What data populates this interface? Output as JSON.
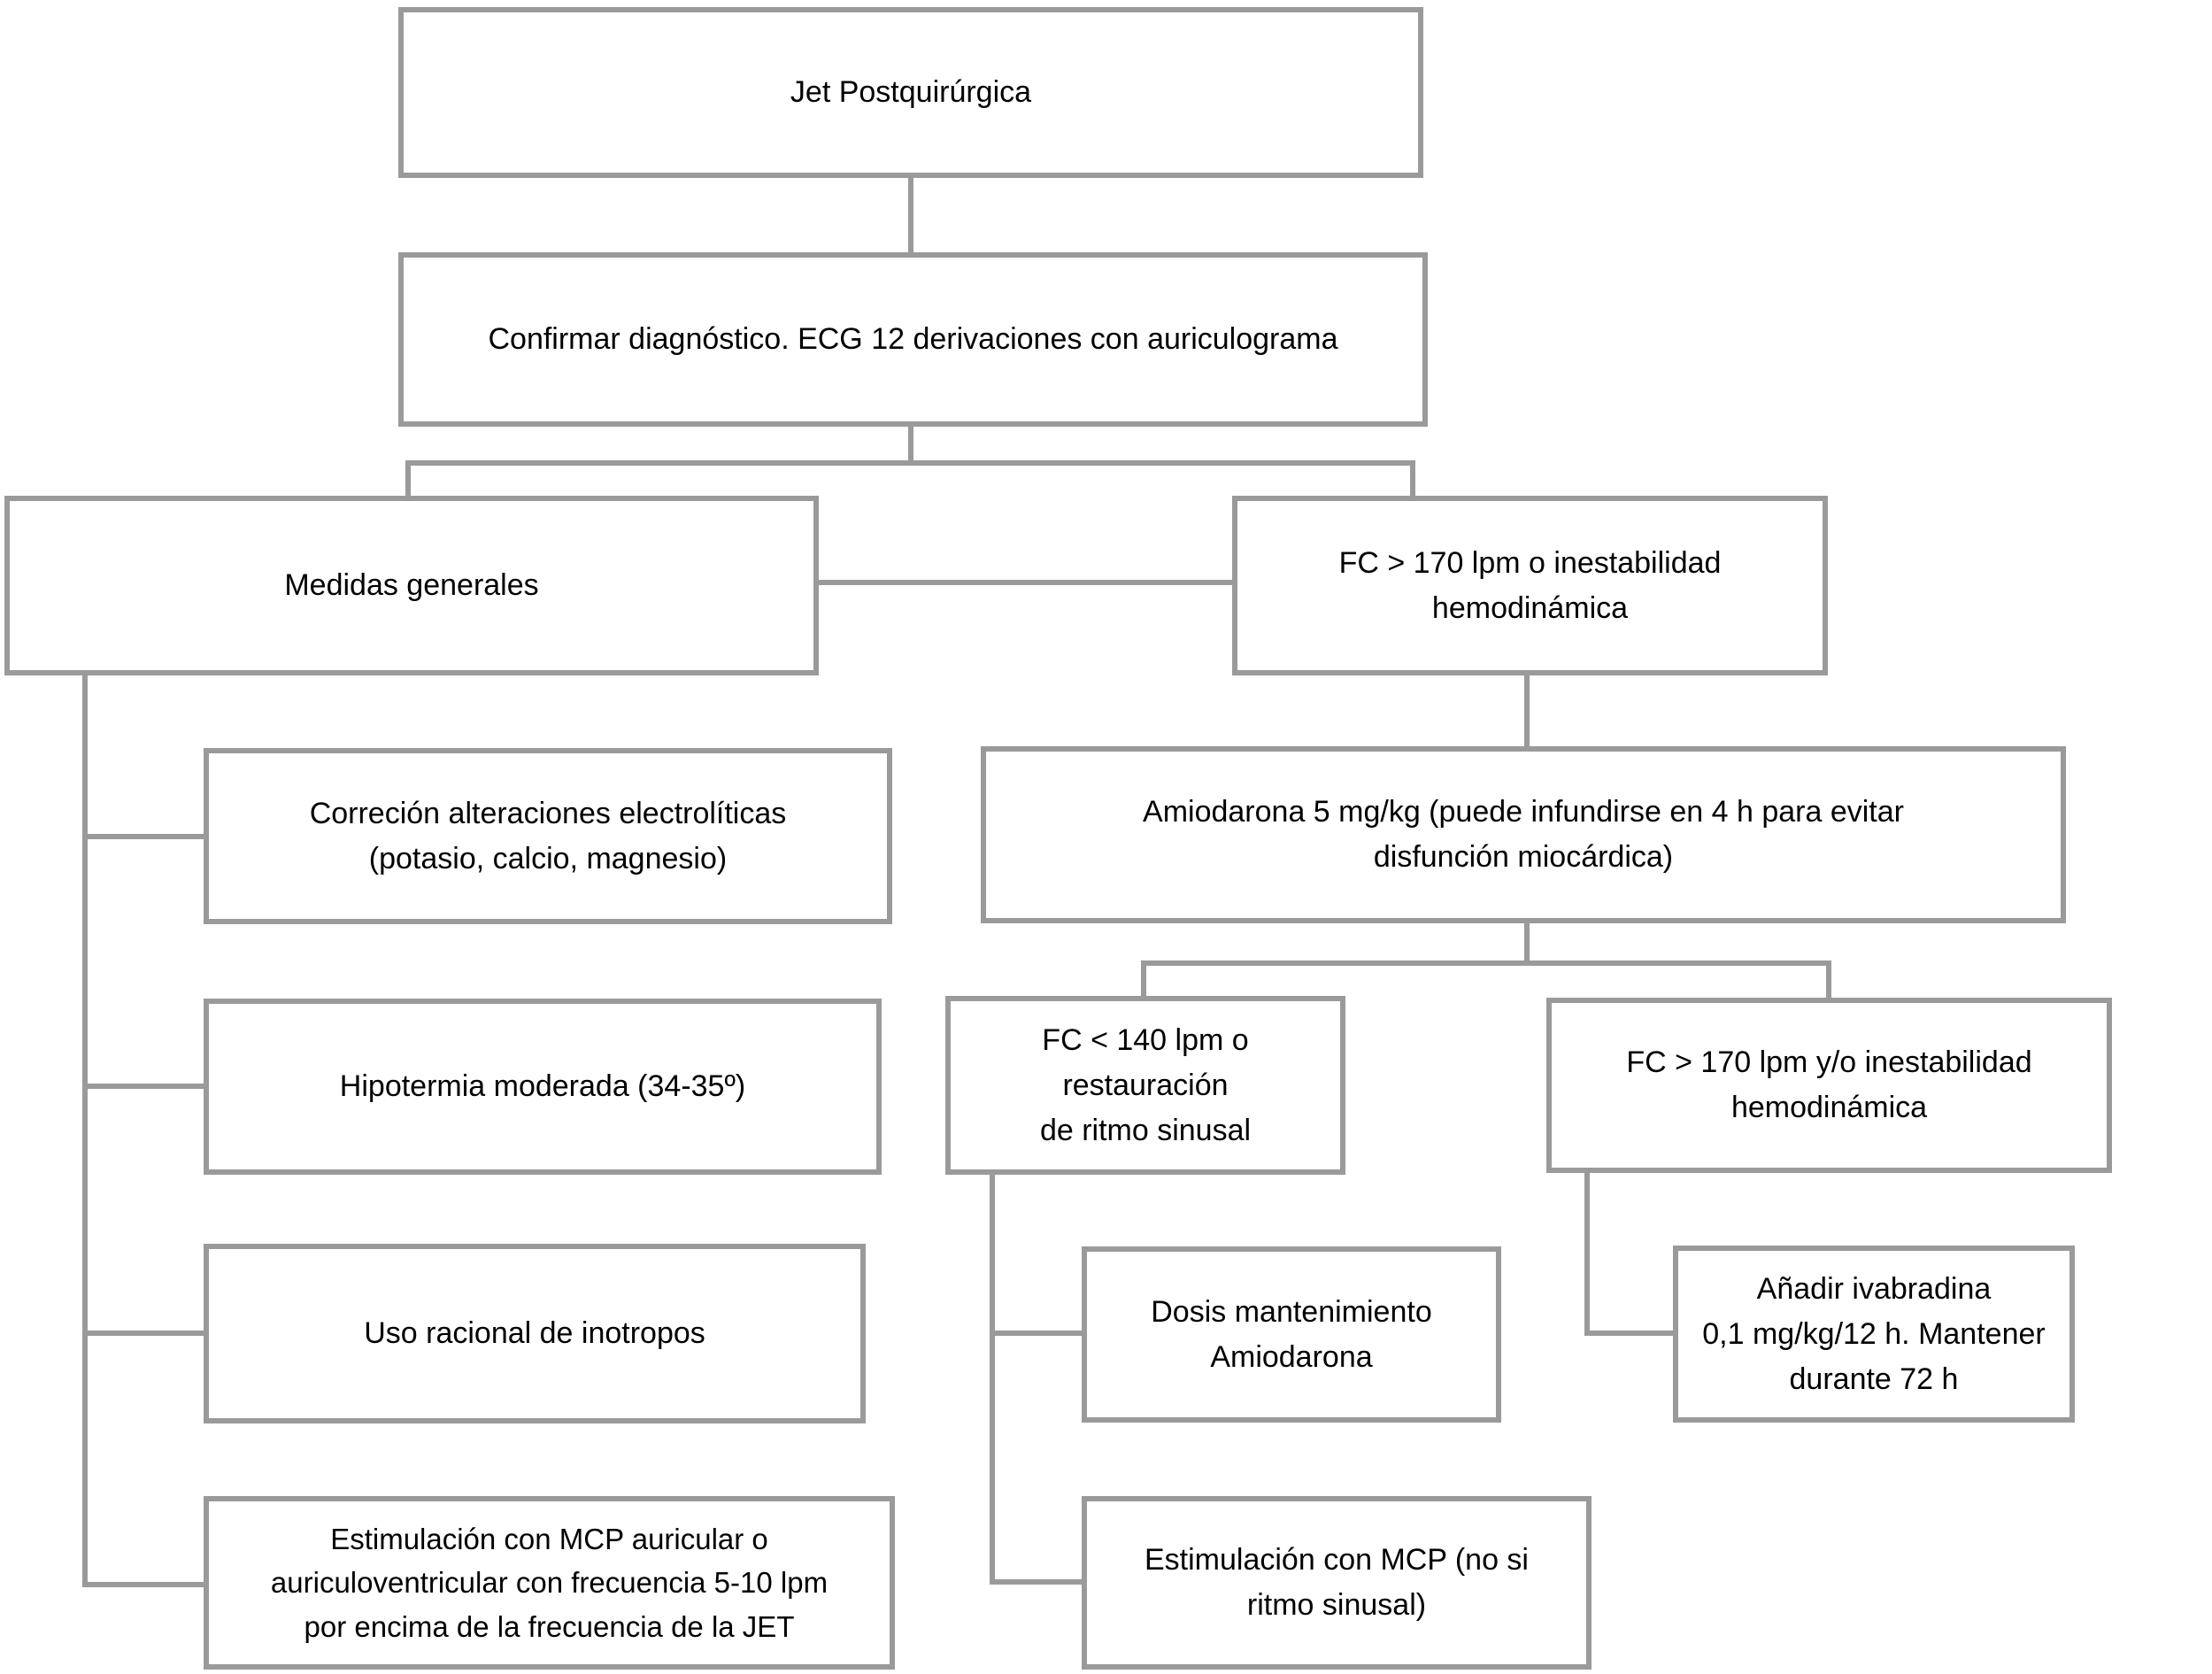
{
  "colors": {
    "line": "#9a9a9a",
    "text": "#000000",
    "node_background": "#ffffff",
    "page_background": "#ffffff"
  },
  "nodes": {
    "jet": {
      "label": "Jet Postquirúrgica"
    },
    "confirmar": {
      "label": "Confirmar diagnóstico. ECG 12 derivaciones con auriculograma"
    },
    "medidas": {
      "label": "Medidas generales"
    },
    "fc170": {
      "label": "FC > 170 lpm o inestabilidad\nhemodinámica"
    },
    "correcion": {
      "label": "Correción alteraciones electrolíticas\n(potasio, calcio, magnesio)"
    },
    "amiodarona": {
      "label": "Amiodarona 5 mg/kg (puede infundirse en 4 h para evitar\ndisfunción miocárdica)"
    },
    "hipotermia": {
      "label": "Hipotermia moderada (34-35º)"
    },
    "fc140": {
      "label": "FC < 140 lpm o restauración\nde ritmo sinusal"
    },
    "fc170b": {
      "label": "FC > 170 lpm y/o inestabilidad\nhemodinámica"
    },
    "inotropos": {
      "label": "Uso racional de inotropos"
    },
    "dosis": {
      "label": "Dosis mantenimiento\nAmiodarona"
    },
    "ivabradina": {
      "label": "Añadir ivabradina\n0,1 mg/kg/12 h. Mantener\ndurante 72 h"
    },
    "mcp_auricular": {
      "label": "Estimulación con MCP auricular o\nauriculoventricular con frecuencia 5-10 lpm\npor encima de la frecuencia de la JET"
    },
    "mcp_no_sinusal": {
      "label": "Estimulación con MCP (no si\nritmo sinusal)"
    }
  },
  "edges": [
    {
      "from": "jet",
      "to": "confirmar"
    },
    {
      "from": "confirmar",
      "to": "medidas"
    },
    {
      "from": "confirmar",
      "to": "fc170"
    },
    {
      "from": "medidas",
      "to": "fc170"
    },
    {
      "from": "medidas",
      "to": "correcion"
    },
    {
      "from": "medidas",
      "to": "hipotermia"
    },
    {
      "from": "medidas",
      "to": "inotropos"
    },
    {
      "from": "medidas",
      "to": "mcp_auricular"
    },
    {
      "from": "fc170",
      "to": "amiodarona"
    },
    {
      "from": "amiodarona",
      "to": "fc140"
    },
    {
      "from": "amiodarona",
      "to": "fc170b"
    },
    {
      "from": "fc140",
      "to": "dosis"
    },
    {
      "from": "fc140",
      "to": "mcp_no_sinusal"
    },
    {
      "from": "fc170b",
      "to": "ivabradina"
    }
  ]
}
